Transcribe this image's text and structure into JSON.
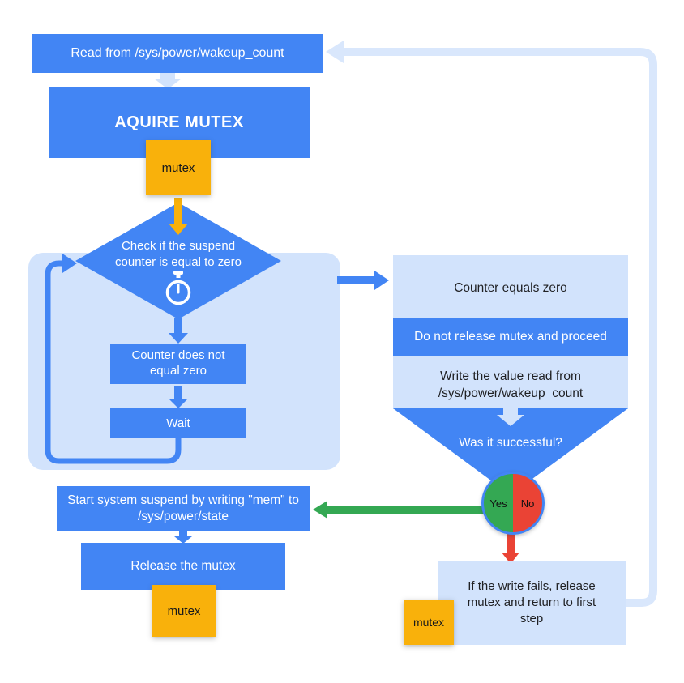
{
  "colors": {
    "blue": "#4285F4",
    "light_blue": "#D2E3FC",
    "pale_connector": "#D9E7FC",
    "orange": "#F9B10B",
    "green": "#34A853",
    "red": "#EA4335"
  },
  "flow": {
    "read_wakeup": "Read from /sys/power/wakeup_count",
    "acquire_mutex": "AQUIRE MUTEX",
    "mutex_tag_top": "mutex",
    "check_counter": "Check if the suspend counter is equal to zero",
    "counter_not_zero": "Counter does not equal zero",
    "wait": "Wait",
    "counter_zero": "Counter equals zero",
    "do_not_release": "Do not release mutex and proceed",
    "write_value": "Write the value read from /sys/power/wakeup_count",
    "was_successful": "Was it successful?",
    "yes": "Yes",
    "no": "No",
    "start_suspend": "Start system suspend by writing \"mem\" to /sys/power/state",
    "release_mutex": "Release the mutex",
    "mutex_tag_release": "mutex",
    "write_fails": "If the write fails, release mutex and return to first step",
    "mutex_tag_fail": "mutex"
  }
}
